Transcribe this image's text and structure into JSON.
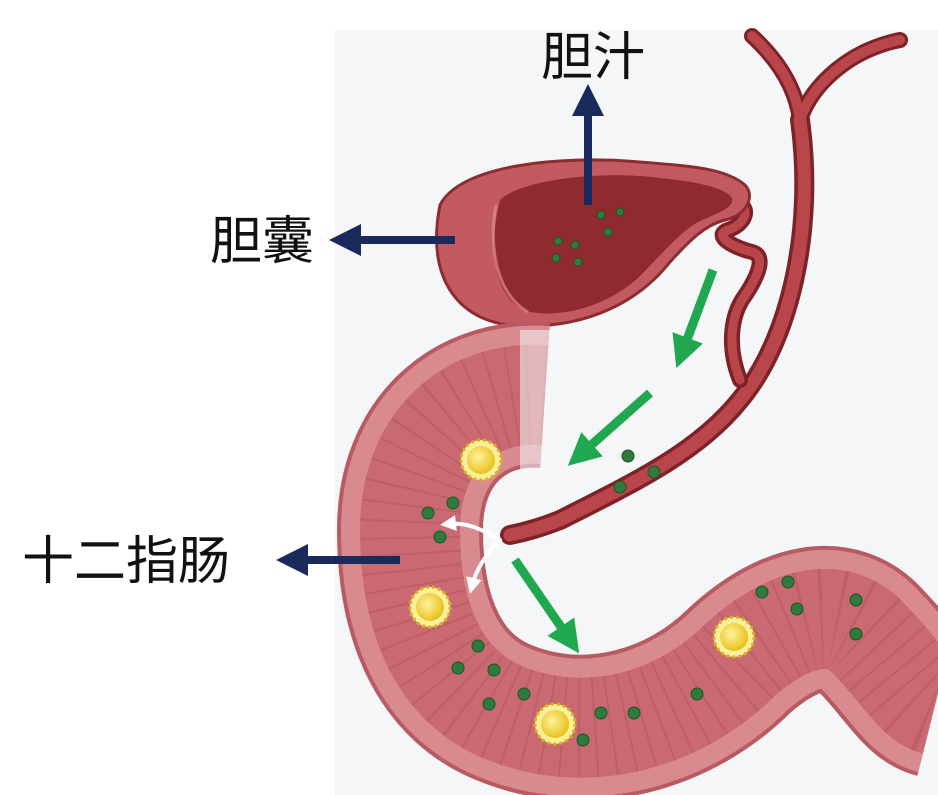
{
  "labels": {
    "bile": "胆汁",
    "gallbladder": "胆囊",
    "duodenum": "十二指肠"
  },
  "colors": {
    "background": "#ffffff",
    "panel": "#f4f6f8",
    "label_arrow": "#1b2a5c",
    "flow_arrow": "#1fa84f",
    "gallbladder_outer": "#c35a5f",
    "gallbladder_inner": "#8f2a2f",
    "duct": "#a63a3f",
    "duodenum_wall": "#d98a8f",
    "duodenum_lumen": "#c96a72",
    "bile_droplet": "#2f7a3c",
    "fat_globule": "#f2d22e",
    "mixing_arrow": "#ffffff"
  },
  "icons": [
    "bile-droplet",
    "fat-globule",
    "flow-arrow",
    "label-arrow"
  ]
}
